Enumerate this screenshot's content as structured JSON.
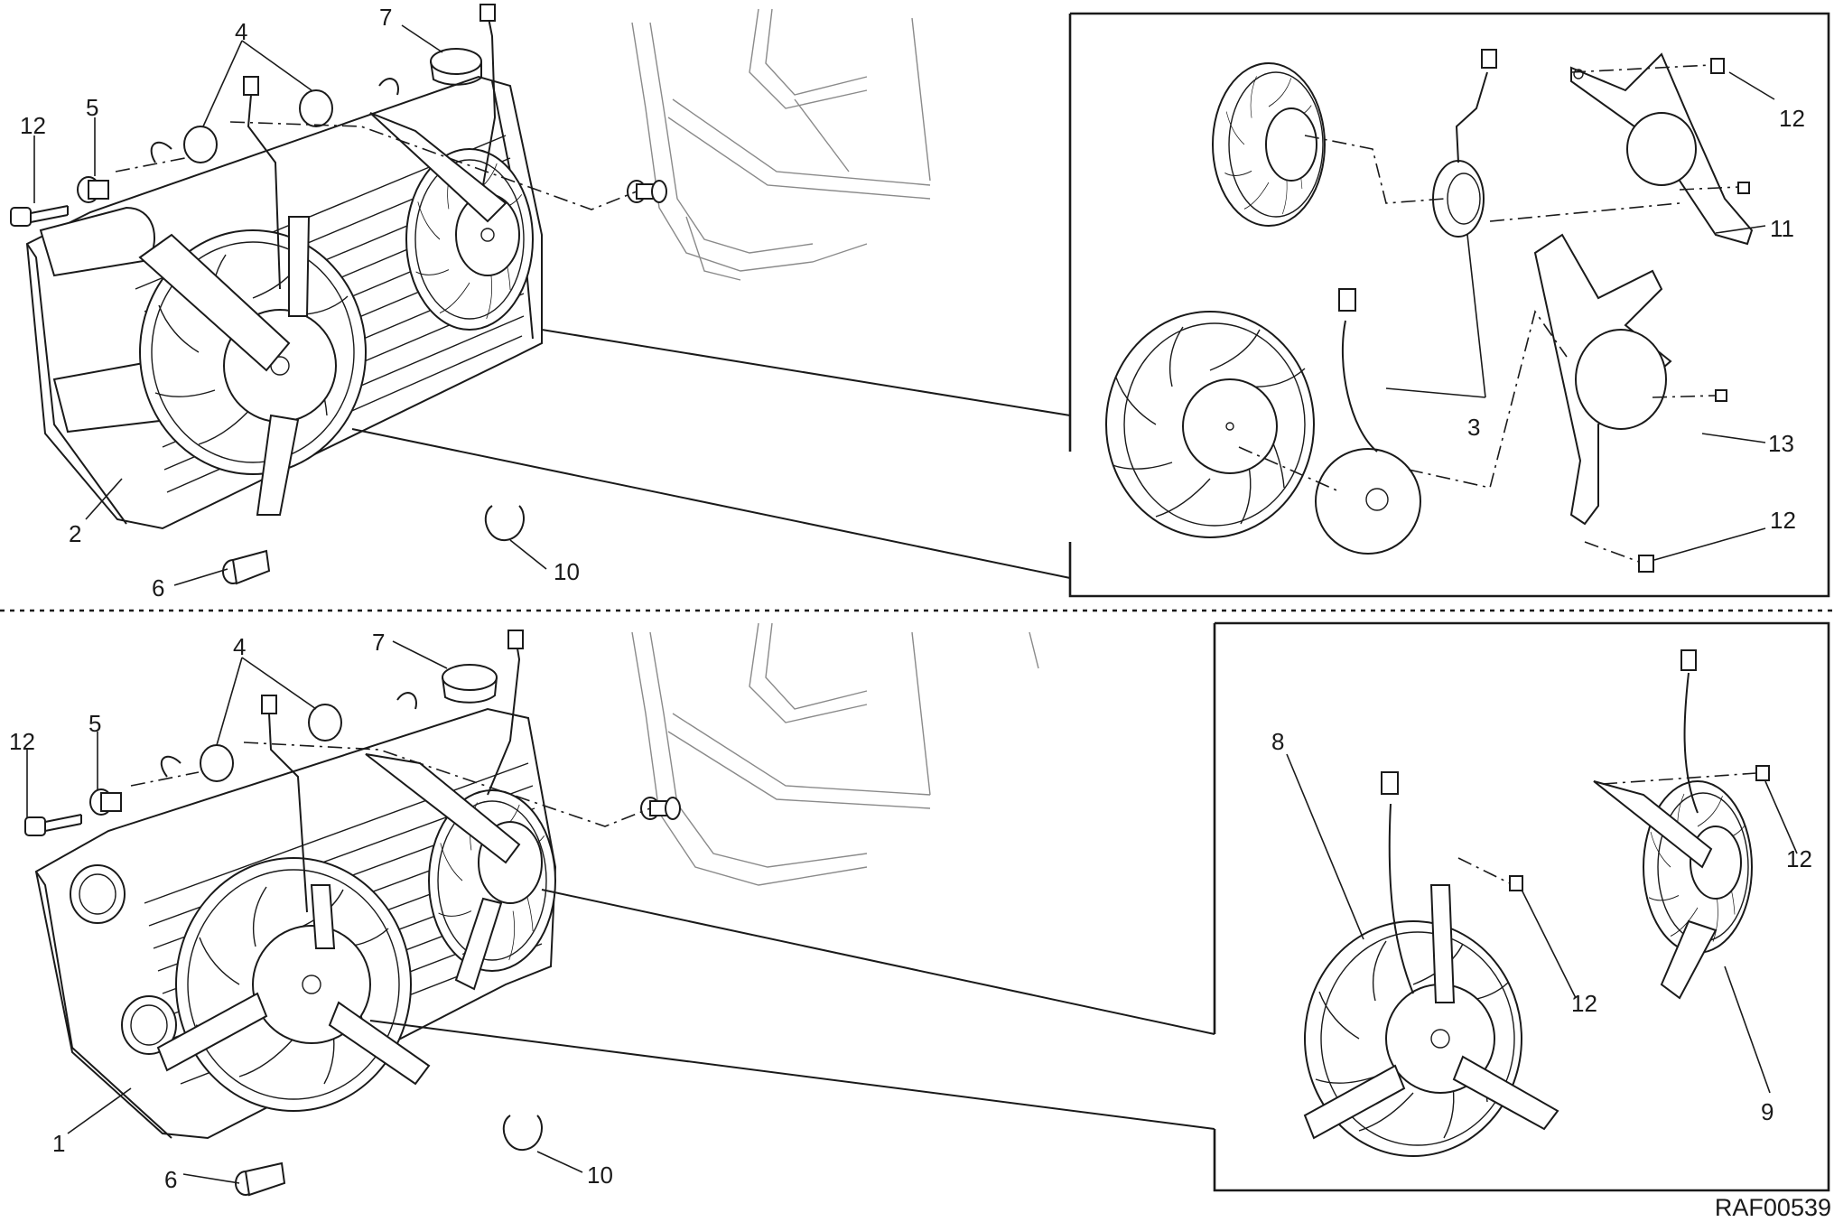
{
  "drawing_code": "RAF00539",
  "top_view": {
    "labels": [
      {
        "id": "c12",
        "text": "12"
      },
      {
        "id": "c5",
        "text": "5"
      },
      {
        "id": "c4",
        "text": "4"
      },
      {
        "id": "c7",
        "text": "7"
      },
      {
        "id": "c2",
        "text": "2"
      },
      {
        "id": "c6",
        "text": "6"
      },
      {
        "id": "c10",
        "text": "10"
      }
    ],
    "detail_labels": [
      {
        "id": "d12a",
        "text": "12"
      },
      {
        "id": "d11",
        "text": "11"
      },
      {
        "id": "d3",
        "text": "3"
      },
      {
        "id": "d13",
        "text": "13"
      },
      {
        "id": "d12b",
        "text": "12"
      }
    ]
  },
  "bottom_view": {
    "labels": [
      {
        "id": "c12",
        "text": "12"
      },
      {
        "id": "c5",
        "text": "5"
      },
      {
        "id": "c4",
        "text": "4"
      },
      {
        "id": "c7",
        "text": "7"
      },
      {
        "id": "c1",
        "text": "1"
      },
      {
        "id": "c6",
        "text": "6"
      },
      {
        "id": "c10",
        "text": "10"
      }
    ],
    "detail_labels": [
      {
        "id": "d8",
        "text": "8"
      },
      {
        "id": "d12a",
        "text": "12"
      },
      {
        "id": "d12b",
        "text": "12"
      },
      {
        "id": "d9",
        "text": "9"
      }
    ]
  }
}
